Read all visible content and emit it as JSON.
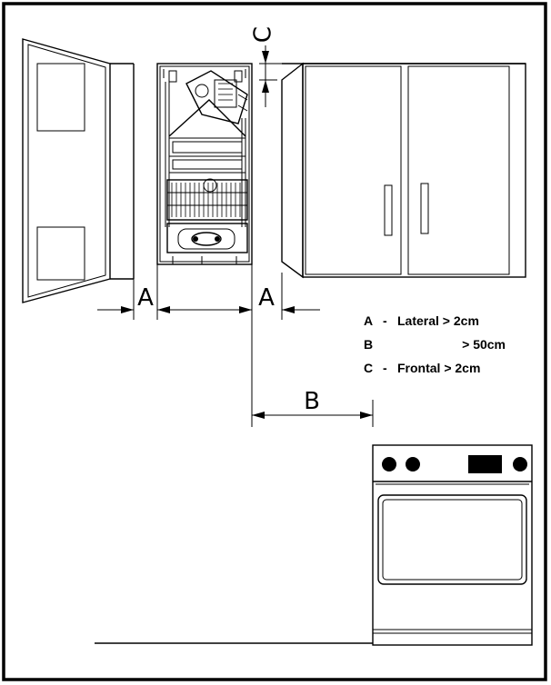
{
  "dimensions": {
    "a_left": "A",
    "a_right": "A",
    "b": "B",
    "c": "C"
  },
  "legend": [
    {
      "key": "A",
      "sep": "-",
      "text": "Lateral > 2cm"
    },
    {
      "key": "B",
      "sep": "",
      "text": "> 50cm"
    },
    {
      "key": "C",
      "sep": "-",
      "text": "Frontal > 2cm"
    }
  ]
}
